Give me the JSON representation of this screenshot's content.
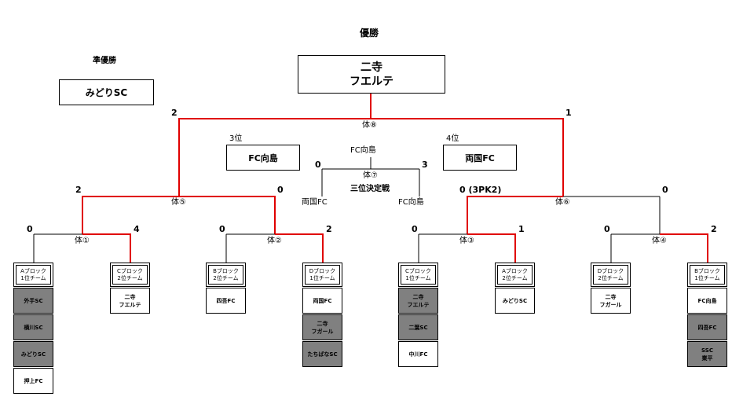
{
  "title": "優勝",
  "champion": "二寺\nフエルテ",
  "runner_up_label": "準優勝",
  "runner_up": "みどりSC",
  "final": {
    "label": "体⑧",
    "left_score": "2",
    "right_score": "1"
  },
  "third_place_label": "3位",
  "third_place": "FC向島",
  "fourth_place_label": "4位",
  "fourth_place": "両国FC",
  "third_match": {
    "winner": "FC向島",
    "label": "体⑦",
    "title": "三位決定戦",
    "left_team": "両国FC",
    "right_team": "FC向島",
    "left_score": "0",
    "right_score": "3"
  },
  "semis": [
    {
      "label": "体⑤",
      "left_score": "2",
      "right_score": "0"
    },
    {
      "label": "体⑥",
      "left_score": "0 (3PK2)",
      "right_score": "0"
    }
  ],
  "quarters": [
    {
      "label": "体①",
      "left_score": "0",
      "right_score": "4"
    },
    {
      "label": "体②",
      "left_score": "0",
      "right_score": "2"
    },
    {
      "label": "体③",
      "left_score": "0",
      "right_score": "1"
    },
    {
      "label": "体④",
      "left_score": "0",
      "right_score": "2"
    }
  ],
  "groups": [
    {
      "header": "Aブロック\n1位チーム",
      "teams": [
        {
          "name": "外手SC",
          "shade": "grey"
        },
        {
          "name": "横川SC",
          "shade": "grey"
        },
        {
          "name": "みどりSC",
          "shade": "grey"
        },
        {
          "name": "押上FC",
          "shade": "white"
        }
      ]
    },
    {
      "header": "Cブロック\n2位チーム",
      "teams": [
        {
          "name": "二寺\nフエルテ",
          "shade": "white"
        }
      ]
    },
    {
      "header": "Bブロック\n2位チーム",
      "teams": [
        {
          "name": "四吾FC",
          "shade": "white"
        }
      ]
    },
    {
      "header": "Dブロック\n1位チーム",
      "teams": [
        {
          "name": "両国FC",
          "shade": "white"
        },
        {
          "name": "二寺\nフガール",
          "shade": "grey"
        },
        {
          "name": "たちばなSC",
          "shade": "grey"
        }
      ]
    },
    {
      "header": "Cブロック\n1位チーム",
      "teams": [
        {
          "name": "二寺\nフエルテ",
          "shade": "grey"
        },
        {
          "name": "二葉SC",
          "shade": "grey"
        },
        {
          "name": "中川FC",
          "shade": "white"
        }
      ]
    },
    {
      "header": "Aブロック\n2位チーム",
      "teams": [
        {
          "name": "みどりSC",
          "shade": "white"
        }
      ]
    },
    {
      "header": "Dブロック\n2位チーム",
      "teams": [
        {
          "name": "二寺\nフガール",
          "shade": "white"
        }
      ]
    },
    {
      "header": "Bブロック\n1位チーム",
      "teams": [
        {
          "name": "FC向島",
          "shade": "white"
        },
        {
          "name": "四吾FC",
          "shade": "grey"
        },
        {
          "name": "SSC\n業平",
          "shade": "grey"
        }
      ]
    }
  ],
  "colors": {
    "winner_line": "#e00000",
    "line": "#000000",
    "eliminated_fill": "#808080"
  }
}
